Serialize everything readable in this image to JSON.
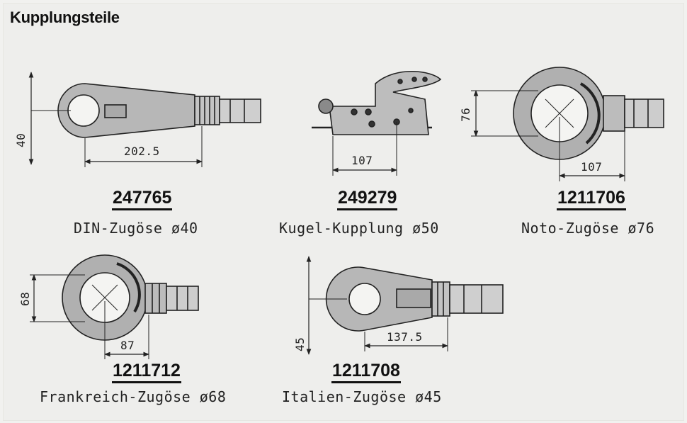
{
  "title": "Kupplungsteile",
  "parts": [
    {
      "number": "247765",
      "label": "DIN-Zugöse ø40",
      "dim_h": "40",
      "dim_w": "202.5"
    },
    {
      "number": "249279",
      "label": "Kugel-Kupplung ø50",
      "dim_w": "107"
    },
    {
      "number": "1211706",
      "label": "Noto-Zugöse ø76",
      "dim_h": "76",
      "dim_w": "107"
    },
    {
      "number": "1211712",
      "label": "Frankreich-Zugöse ø68",
      "dim_h": "68",
      "dim_w": "87"
    },
    {
      "number": "1211708",
      "label": "Italien-Zugöse ø45",
      "dim_h": "45",
      "dim_w": "137.5"
    }
  ]
}
